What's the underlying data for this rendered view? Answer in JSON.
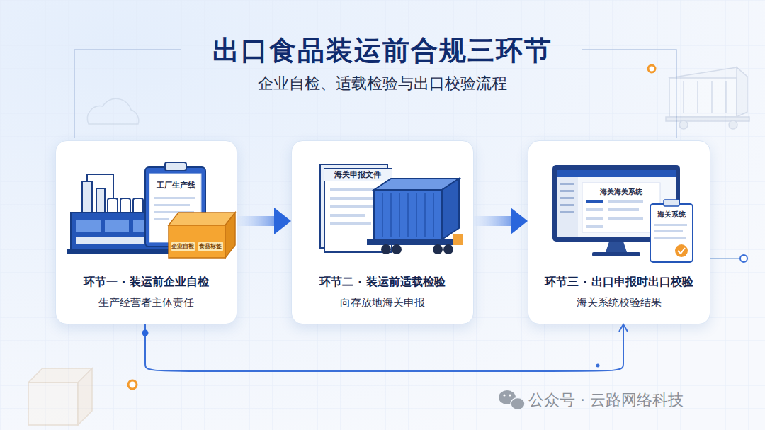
{
  "diagram": {
    "title": "出口食品装运前合规三环节",
    "nodes": [
      {
        "text": [
          "环节一 · 装运前企业自检",
          "生产经营者主体责任"
        ]
      },
      {
        "text": [
          "环节二 · 装运前适载检验",
          "向存放地海关申报"
        ]
      },
      {
        "text": [
          "环节三 · 出口申报时出口校验",
          "海关系统校验结果"
        ]
      }
    ],
    "edges": [
      {
        "from": 0,
        "to": 1,
        "arrow": "to"
      },
      {
        "from": 1,
        "to": 2,
        "arrow": "to"
      },
      {
        "from": 0,
        "to": 2,
        "arrow": "to"
      }
    ],
    "labels": [
      "企业自检、适载检验与出口校验流程",
      "工厂生产线",
      "企业自检",
      "食品标签",
      "海关申报文件",
      "海关海关系统",
      "海关系统",
      "公众号 · 云路网络科技"
    ]
  }
}
